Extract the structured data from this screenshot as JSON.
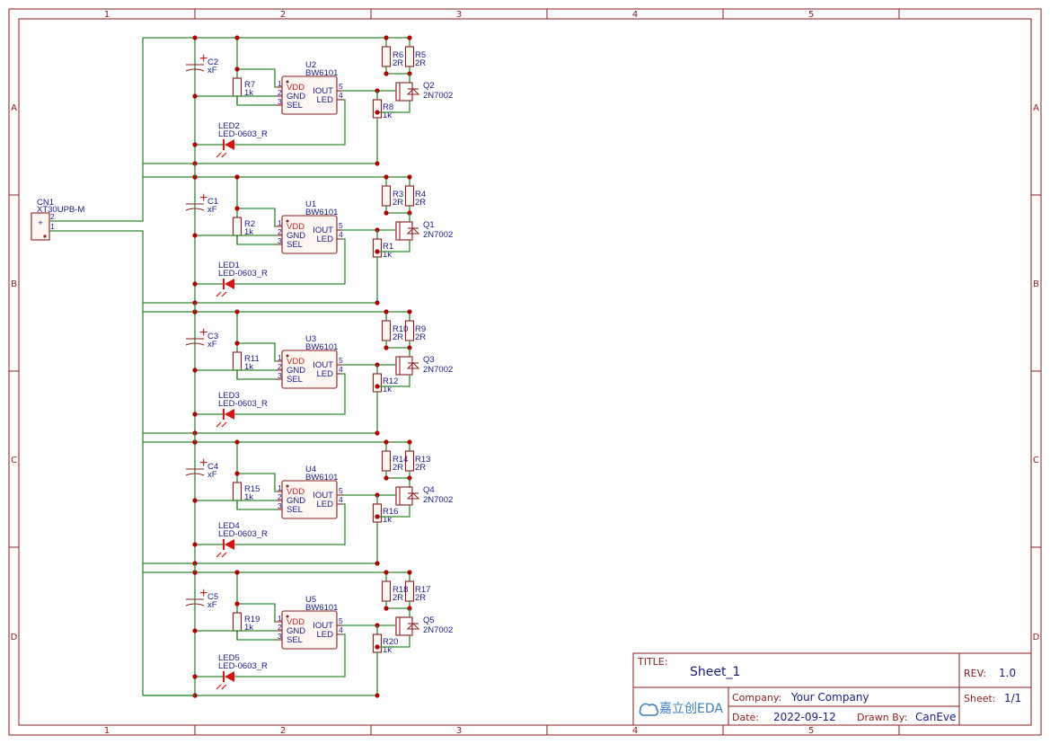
{
  "frame": {
    "columns": [
      "1",
      "2",
      "3",
      "4",
      "5"
    ],
    "rows": [
      "A",
      "B",
      "C",
      "D"
    ]
  },
  "connector": {
    "ref": "CN1",
    "value": "XT30UPB-M",
    "symbol": "+",
    "pins": [
      "2",
      "1"
    ]
  },
  "channels": [
    {
      "cap": "C2",
      "cap_val": "xF",
      "u": "U2",
      "u_val": "BW6101",
      "rsel": "R7",
      "rsel_val": "1k",
      "led": "LED2",
      "led_val": "LED-0603_R",
      "ra": "R6",
      "ra_val": "2R",
      "rb": "R5",
      "rb_val": "2R",
      "rg": "R8",
      "rg_val": "1k",
      "q": "Q2",
      "q_val": "2N7002"
    },
    {
      "cap": "C1",
      "cap_val": "xF",
      "u": "U1",
      "u_val": "BW6101",
      "rsel": "R2",
      "rsel_val": "1k",
      "led": "LED1",
      "led_val": "LED-0603_R",
      "ra": "R3",
      "ra_val": "2R",
      "rb": "R4",
      "rb_val": "2R",
      "rg": "R1",
      "rg_val": "1k",
      "q": "Q1",
      "q_val": "2N7002"
    },
    {
      "cap": "C3",
      "cap_val": "xF",
      "u": "U3",
      "u_val": "BW6101",
      "rsel": "R11",
      "rsel_val": "1k",
      "led": "LED3",
      "led_val": "LED-0603_R",
      "ra": "R10",
      "ra_val": "2R",
      "rb": "R9",
      "rb_val": "2R",
      "rg": "R12",
      "rg_val": "1k",
      "q": "Q3",
      "q_val": "2N7002"
    },
    {
      "cap": "C4",
      "cap_val": "xF",
      "u": "U4",
      "u_val": "BW6101",
      "rsel": "R15",
      "rsel_val": "1k",
      "led": "LED4",
      "led_val": "LED-0603_R",
      "ra": "R14",
      "ra_val": "2R",
      "rb": "R13",
      "rb_val": "2R",
      "rg": "R16",
      "rg_val": "1k",
      "q": "Q4",
      "q_val": "2N7002"
    },
    {
      "cap": "C5",
      "cap_val": "xF",
      "u": "U5",
      "u_val": "BW6101",
      "rsel": "R19",
      "rsel_val": "1k",
      "led": "LED5",
      "led_val": "LED-0603_R",
      "ra": "R18",
      "ra_val": "2R",
      "rb": "R17",
      "rb_val": "2R",
      "rg": "R20",
      "rg_val": "1k",
      "q": "Q5",
      "q_val": "2N7002"
    }
  ],
  "ic_pins": {
    "left": [
      {
        "num": "1",
        "name": "VDD"
      },
      {
        "num": "2",
        "name": "GND"
      },
      {
        "num": "3",
        "name": "SEL"
      }
    ],
    "right": [
      {
        "num": "5",
        "name": "IOUT"
      },
      {
        "num": "4",
        "name": "LED"
      }
    ]
  },
  "title_block": {
    "title_label": "TITLE:",
    "title": "Sheet_1",
    "rev_label": "REV:",
    "rev": "1.0",
    "company_label": "Company:",
    "company": "Your Company",
    "sheet_label": "Sheet:",
    "sheet": "1/1",
    "date_label": "Date:",
    "date": "2022-09-12",
    "drawn_label": "Drawn By:",
    "drawn": "CanEve",
    "logo": "嘉立创EDA"
  },
  "colors": {
    "frame": "#8a1c1c",
    "wire": "#2e8b2e",
    "text": "#1a1a8c",
    "junction": "#b00000",
    "led": "#e01010"
  }
}
